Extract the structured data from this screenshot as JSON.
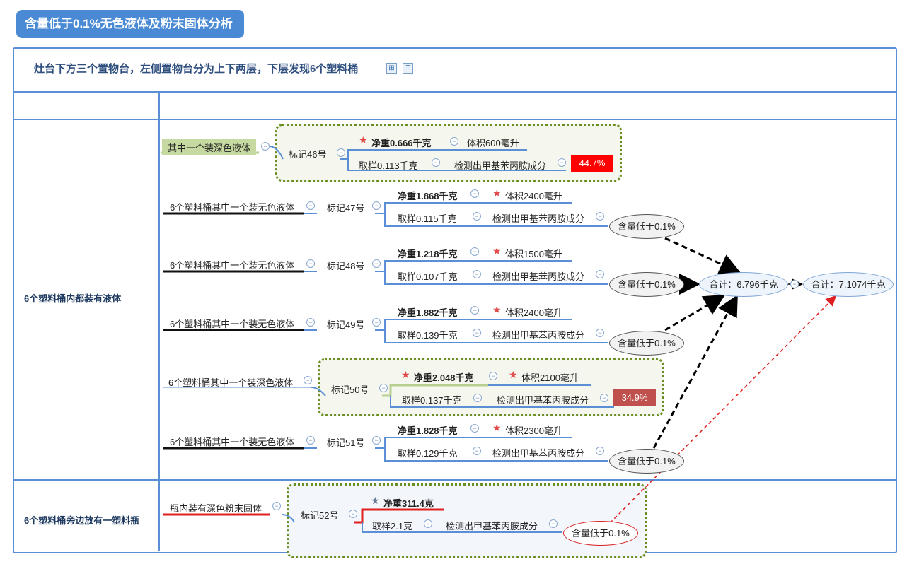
{
  "title": "含量低于0.1%无色液体及粉末固体分析",
  "header": {
    "text": "灶台下方三个置物台，左侧置物台分为上下两层，下层发现6个塑料桶"
  },
  "sections": {
    "liquid": "6个塑料桶内都装有液体",
    "bottle": "6个塑料桶旁边放有一塑料瓶"
  },
  "branches": [
    {
      "desc": "其中一个装深色液体",
      "mark": "标记46号",
      "net": "净重0.666千克",
      "vol": "体积600毫升",
      "sample": "取样0.113千克",
      "detect": "检测出甲基苯丙胺成分",
      "result": "44.7%"
    },
    {
      "desc": "6个塑料桶其中一个装无色液体",
      "mark": "标记47号",
      "net": "净重1.868千克",
      "vol": "体积2400毫升",
      "sample": "取样0.115千克",
      "detect": "检测出甲基苯丙胺成分",
      "result": "含量低于0.1%"
    },
    {
      "desc": "6个塑料桶其中一个装无色液体",
      "mark": "标记48号",
      "net": "净重1.218千克",
      "vol": "体积1500毫升",
      "sample": "取样0.107千克",
      "detect": "检测出甲基苯丙胺成分",
      "result": "含量低于0.1%"
    },
    {
      "desc": "6个塑料桶其中一个装无色液体",
      "mark": "标记49号",
      "net": "净重1.882千克",
      "vol": "体积2400毫升",
      "sample": "取样0.139千克",
      "detect": "检测出甲基苯丙胺成分",
      "result": "含量低于0.1%"
    },
    {
      "desc": "6个塑料桶其中一个装深色液体",
      "mark": "标记50号",
      "net": "净重2.048千克",
      "vol": "体积2100毫升",
      "sample": "取样0.137千克",
      "detect": "检测出甲基苯丙胺成分",
      "result": "34.9%"
    },
    {
      "desc": "6个塑料桶其中一个装无色液体",
      "mark": "标记51号",
      "net": "净重1.828千克",
      "vol": "体积2300毫升",
      "sample": "取样0.129千克",
      "detect": "检测出甲基苯丙胺成分",
      "result": "含量低于0.1%"
    },
    {
      "desc": "瓶内装有深色粉末固体",
      "mark": "标记52号",
      "net": "净重311.4克",
      "vol": "",
      "sample": "取样2.1克",
      "detect": "检测出甲基苯丙胺成分",
      "result": "含量低于0.1%"
    }
  ],
  "totals": {
    "subtotal": "合计：6.796千克",
    "total": "合计：7.1074千克"
  },
  "colors": {
    "frame": "#5a8fd6",
    "red_result": "#ff0000",
    "dark_red_result": "#c0504d",
    "dashed_red": "#e02020"
  }
}
